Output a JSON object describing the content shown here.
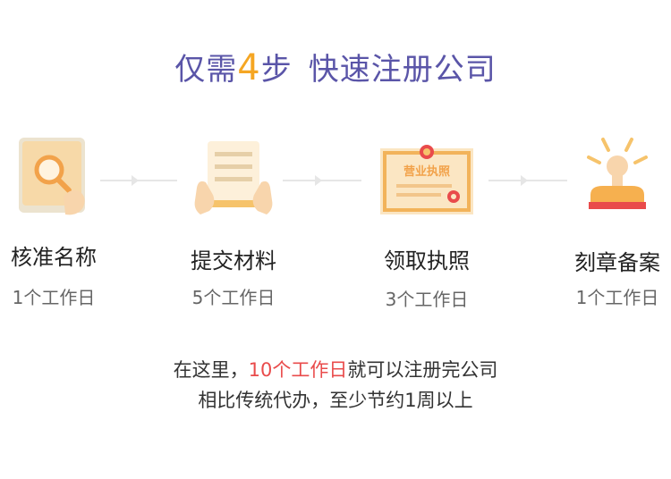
{
  "title": {
    "prefix": "仅需",
    "number": "4",
    "suffix": "步",
    "rest": "快速注册公司"
  },
  "steps": [
    {
      "icon": "magnifier-document-icon",
      "label": "核准名称",
      "days": "1个工作日"
    },
    {
      "icon": "submit-document-icon",
      "label": "提交材料",
      "days": "5个工作日"
    },
    {
      "icon": "business-license-icon",
      "label": "领取执照",
      "days": "3个工作日"
    },
    {
      "icon": "seal-stamp-icon",
      "label": "刻章备案",
      "days": "1个工作日"
    }
  ],
  "license_text": "营业执照",
  "summary": {
    "line1_pre": "在这里，",
    "line1_highlight": "10个工作日",
    "line1_post": "就可以注册完公司",
    "line2": "相比传统代办，至少节约1周以上"
  },
  "colors": {
    "title": "#5a55a8",
    "accent": "#f5a623",
    "highlight": "#e94b4b"
  }
}
